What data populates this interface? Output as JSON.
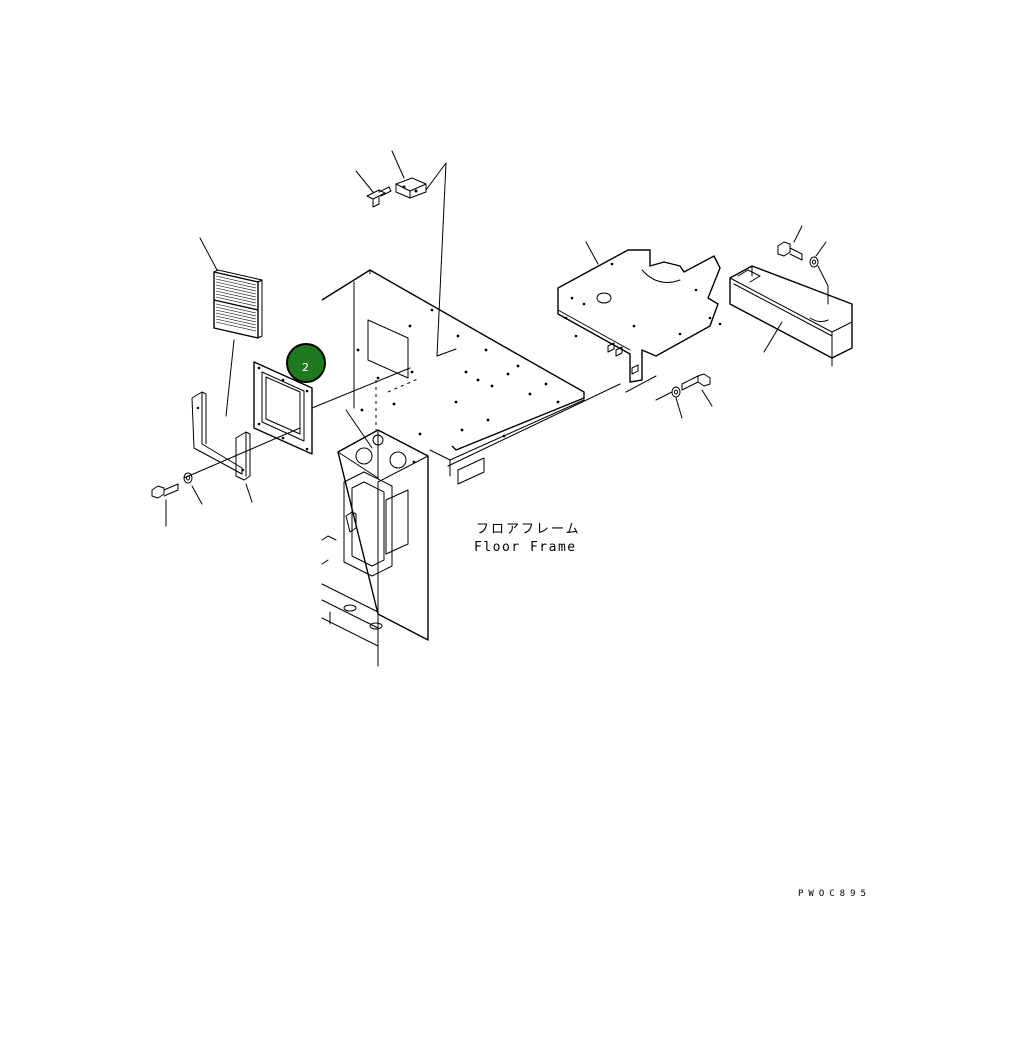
{
  "diagram": {
    "floor_frame_label_jp": "フロアフレーム",
    "floor_frame_label_en": "Floor Frame",
    "drawing_code": "PWOC895",
    "callout": {
      "number": "2",
      "color": "#1f7a1f"
    }
  }
}
